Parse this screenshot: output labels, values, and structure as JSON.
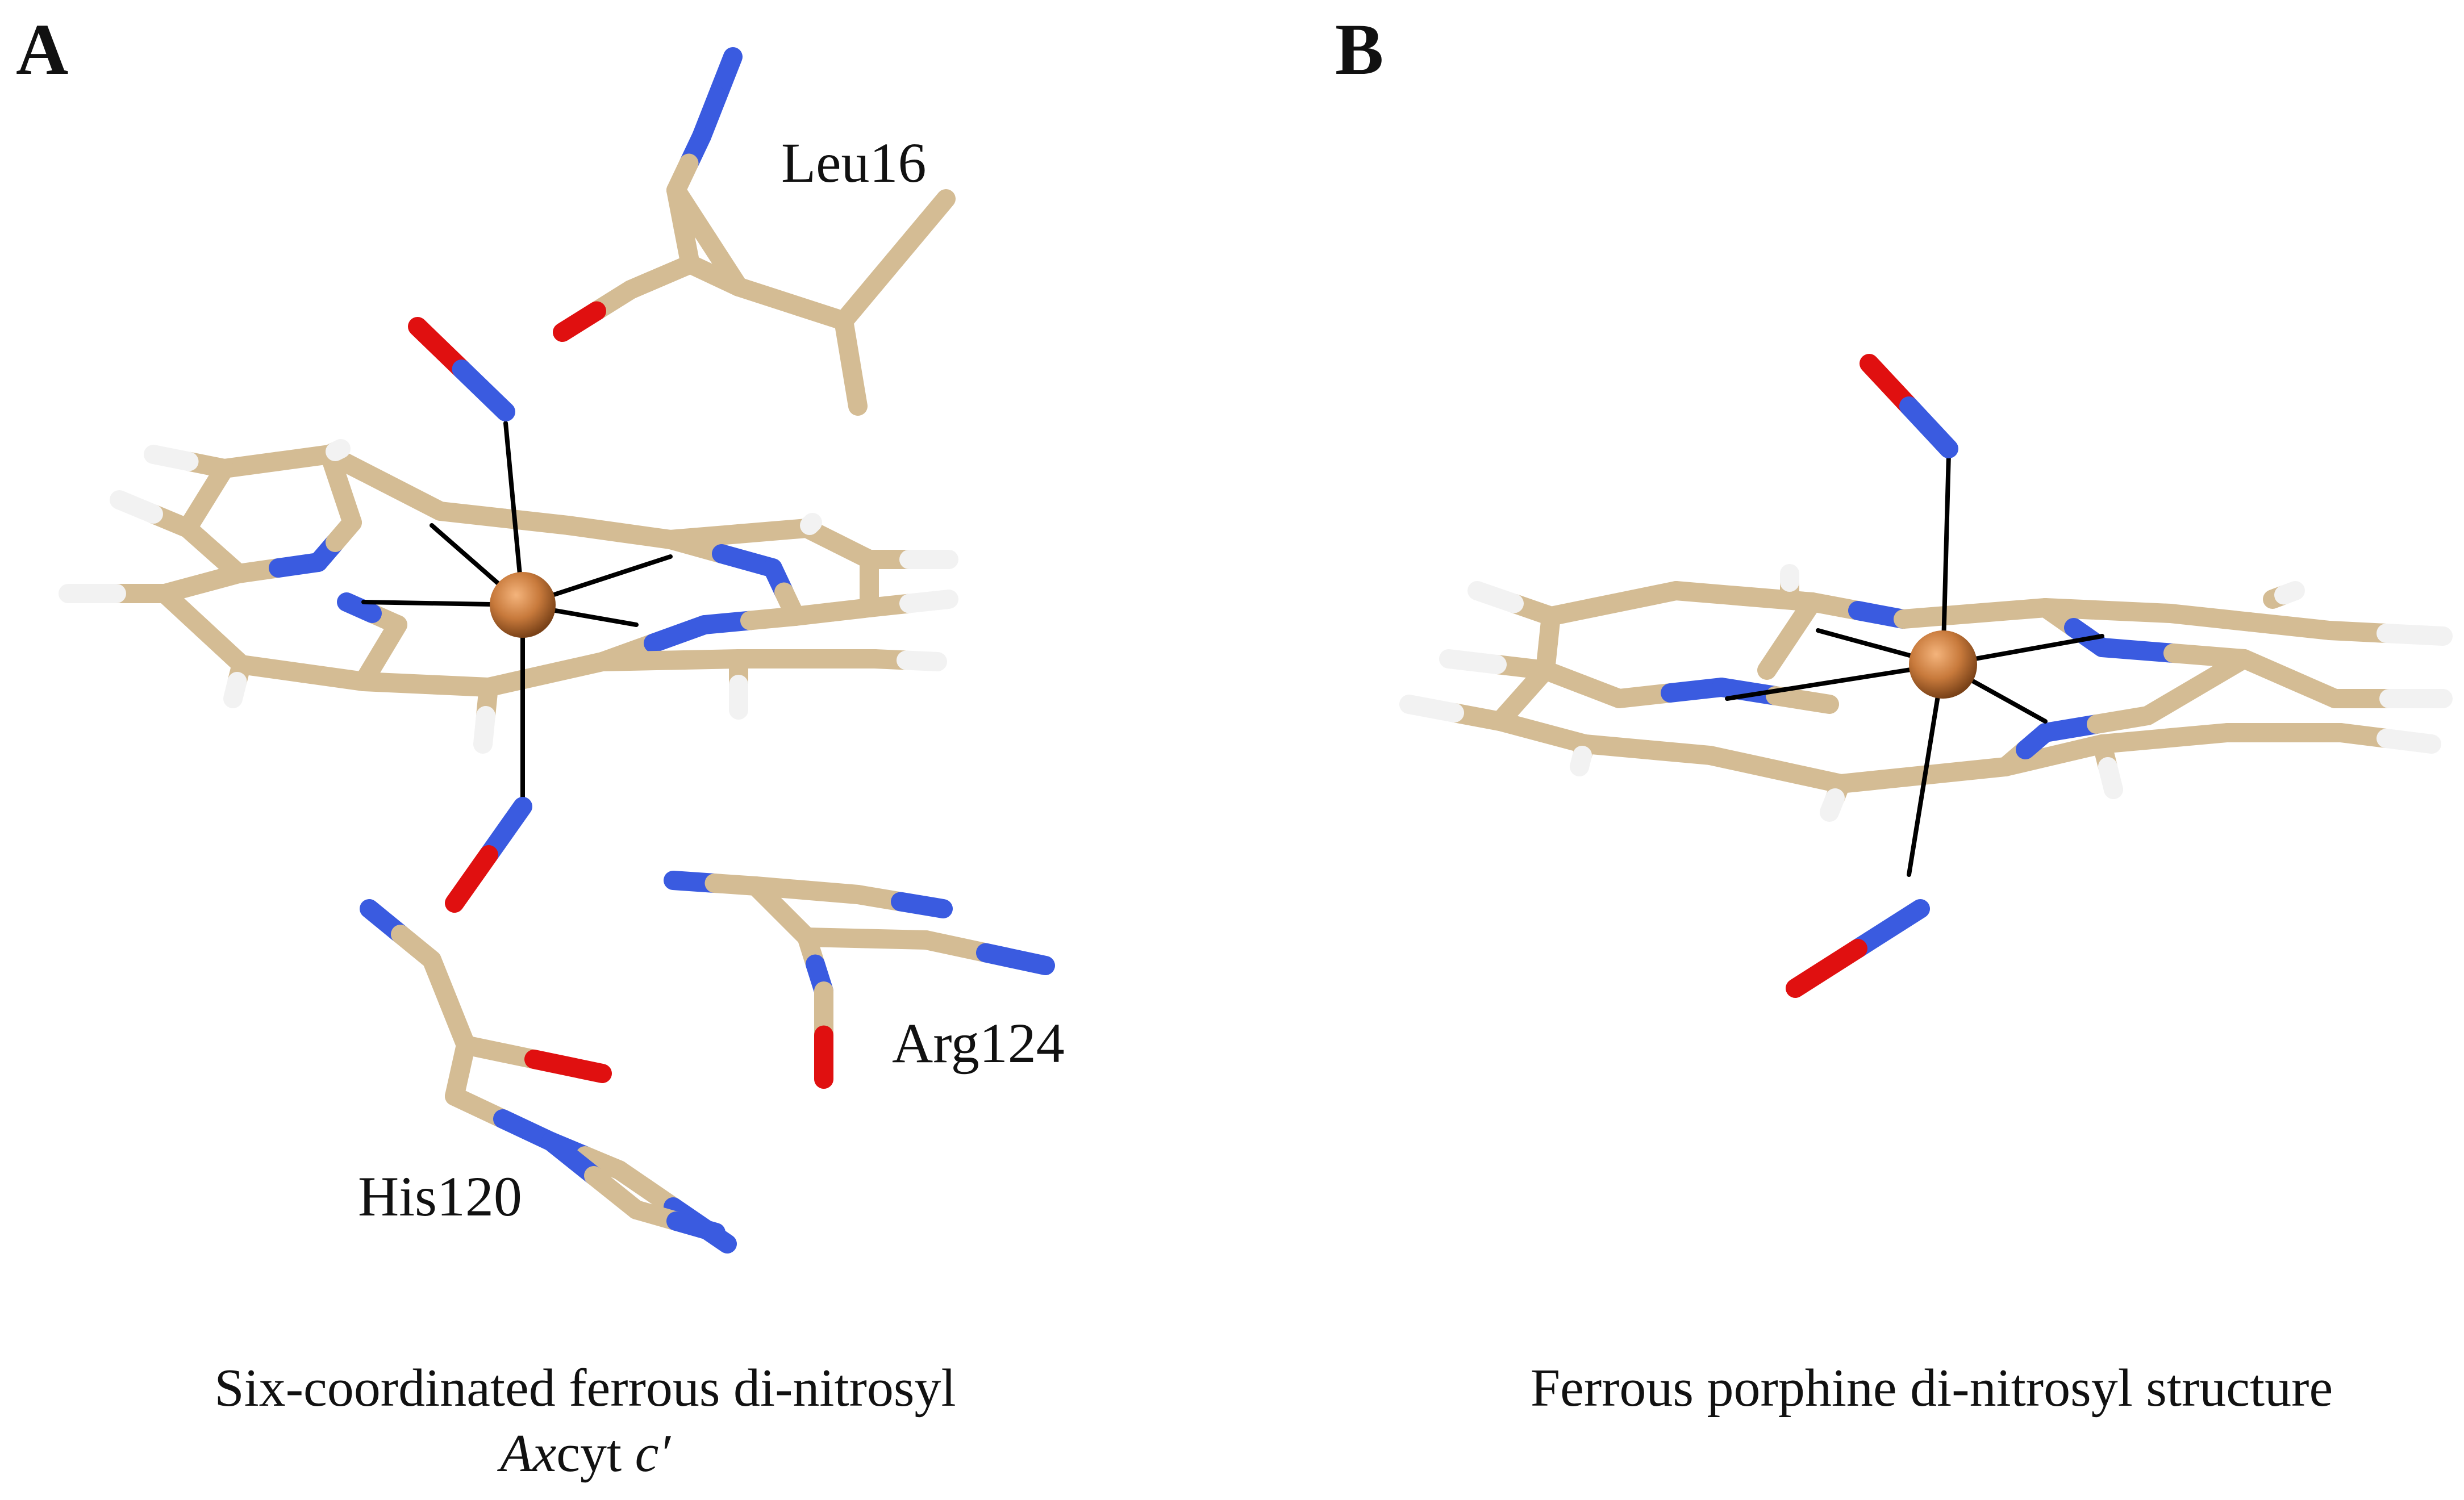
{
  "panels": [
    {
      "letter": "A",
      "residues": {
        "leu": "Leu16",
        "arg": "Arg124",
        "his": "His120"
      },
      "caption_line1": "Six-coordinated ferrous di-nitrosyl",
      "caption_line2_italic": "Ax",
      "caption_line2_mid": "cyt ",
      "caption_line2_italic_end": "c′"
    },
    {
      "letter": "B",
      "caption_line1": "Ferrous porphine di-nitrosyl structure"
    }
  ],
  "colors": {
    "carbon": "#d4bc94",
    "carbon_shade": "#a8916b",
    "nitrogen": "#3a5be0",
    "oxygen": "#e01010",
    "hydrogen": "#f2f2f2",
    "iron": "#c87a3c",
    "bond": "#000000"
  }
}
